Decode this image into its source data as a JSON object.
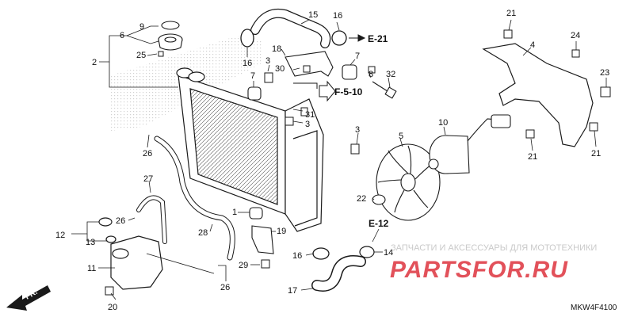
{
  "parts": [
    {
      "id": "p1",
      "text": "1"
    },
    {
      "id": "p2",
      "text": "2"
    },
    {
      "id": "p3a",
      "text": "3"
    },
    {
      "id": "p3b",
      "text": "3"
    },
    {
      "id": "p3c",
      "text": "3"
    },
    {
      "id": "p4",
      "text": "4"
    },
    {
      "id": "p5",
      "text": "5"
    },
    {
      "id": "p6",
      "text": "6"
    },
    {
      "id": "p7a",
      "text": "7"
    },
    {
      "id": "p7b",
      "text": "7"
    },
    {
      "id": "p8",
      "text": "8"
    },
    {
      "id": "p9",
      "text": "9"
    },
    {
      "id": "p10",
      "text": "10"
    },
    {
      "id": "p11",
      "text": "11"
    },
    {
      "id": "p12",
      "text": "12"
    },
    {
      "id": "p13",
      "text": "13"
    },
    {
      "id": "p14",
      "text": "14"
    },
    {
      "id": "p15",
      "text": "15"
    },
    {
      "id": "p16a",
      "text": "16"
    },
    {
      "id": "p16b",
      "text": "16"
    },
    {
      "id": "p16c",
      "text": "16"
    },
    {
      "id": "p17",
      "text": "17"
    },
    {
      "id": "p18",
      "text": "18"
    },
    {
      "id": "p19",
      "text": "19"
    },
    {
      "id": "p20",
      "text": "20"
    },
    {
      "id": "p21a",
      "text": "21"
    },
    {
      "id": "p21b",
      "text": "21"
    },
    {
      "id": "p21c",
      "text": "21"
    },
    {
      "id": "p22",
      "text": "22"
    },
    {
      "id": "p23",
      "text": "23"
    },
    {
      "id": "p24",
      "text": "24"
    },
    {
      "id": "p25",
      "text": "25"
    },
    {
      "id": "p26a",
      "text": "26"
    },
    {
      "id": "p26b",
      "text": "26"
    },
    {
      "id": "p26c",
      "text": "26"
    },
    {
      "id": "p27",
      "text": "27"
    },
    {
      "id": "p28",
      "text": "28"
    },
    {
      "id": "p29",
      "text": "29"
    },
    {
      "id": "p30",
      "text": "30"
    },
    {
      "id": "p31",
      "text": "31"
    },
    {
      "id": "p32",
      "text": "32"
    }
  ],
  "refs": {
    "e21": "E-21",
    "f510": "F-5-10",
    "e12": "E-12"
  },
  "direction_label": "FR.",
  "watermark": {
    "caption": "ЗАПЧАСТИ И АКСЕССУАРЫ ДЛЯ МОТОТЕХНИКИ",
    "logo": "PARTSFOR.RU"
  },
  "diagram_code": "MKW4F4100",
  "colors": {
    "line": "#1a1a1a",
    "hatch": "#c8c8c8",
    "watermark_red": "#e2515a",
    "watermark_grey": "#c9c9c9"
  }
}
